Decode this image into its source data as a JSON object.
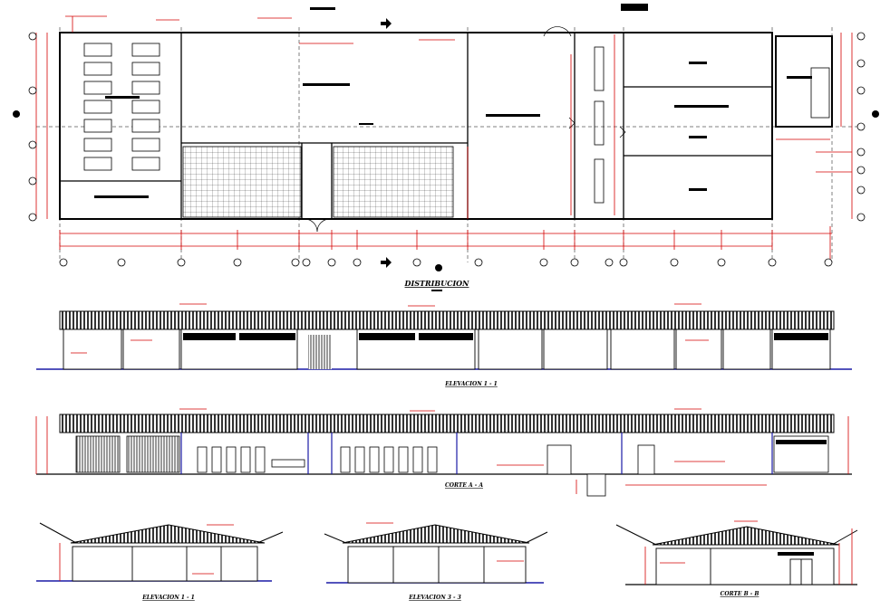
{
  "drawing": {
    "plan_title": "DISTRIBUCION",
    "views": [
      {
        "id": "elev-1-1",
        "title": "ELEVACION 1 - 1"
      },
      {
        "id": "corte-a-a",
        "title": "CORTE A - A"
      },
      {
        "id": "elev-1-1-side",
        "title": "ELEVACION 1 - 1"
      },
      {
        "id": "elev-3-3",
        "title": "ELEVACION 3 - 3"
      },
      {
        "id": "corte-b-b",
        "title": "CORTE B - B"
      }
    ]
  },
  "colors": {
    "line": "#000000",
    "dimension": "#d40000",
    "structure": "#1a1aa6",
    "background": "#ffffff"
  }
}
